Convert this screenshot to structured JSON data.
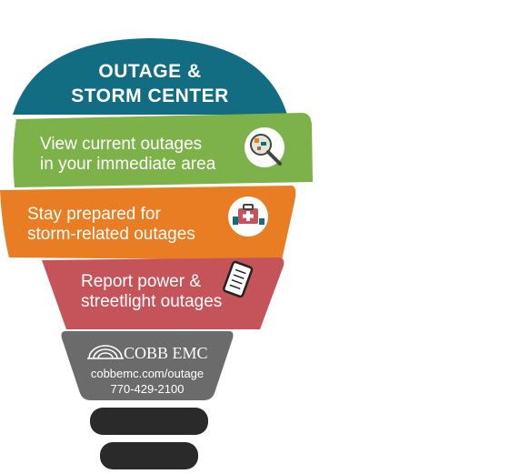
{
  "title": {
    "line1": "OUTAGE &",
    "line2": "STORM CENTER"
  },
  "bands": [
    {
      "line1": "View current outages",
      "line2": "in your immediate area",
      "icon": "magnifier-map-icon"
    },
    {
      "line1": "Stay prepared for",
      "line2": "storm-related outages",
      "icon": "first-aid-kit-icon"
    },
    {
      "line1": "Report power &",
      "line2": "streetlight outages",
      "icon": "phone-checklist-icon"
    }
  ],
  "footer": {
    "brand": "COBB EMC",
    "url": "cobbemc.com/outage",
    "phone": "770-429-2100"
  },
  "colors": {
    "teal": "#126c82",
    "green": "#7db24a",
    "orange": "#e87d23",
    "red": "#c4545a",
    "gray": "#6b6b6b",
    "base": "#2a2a2a"
  }
}
